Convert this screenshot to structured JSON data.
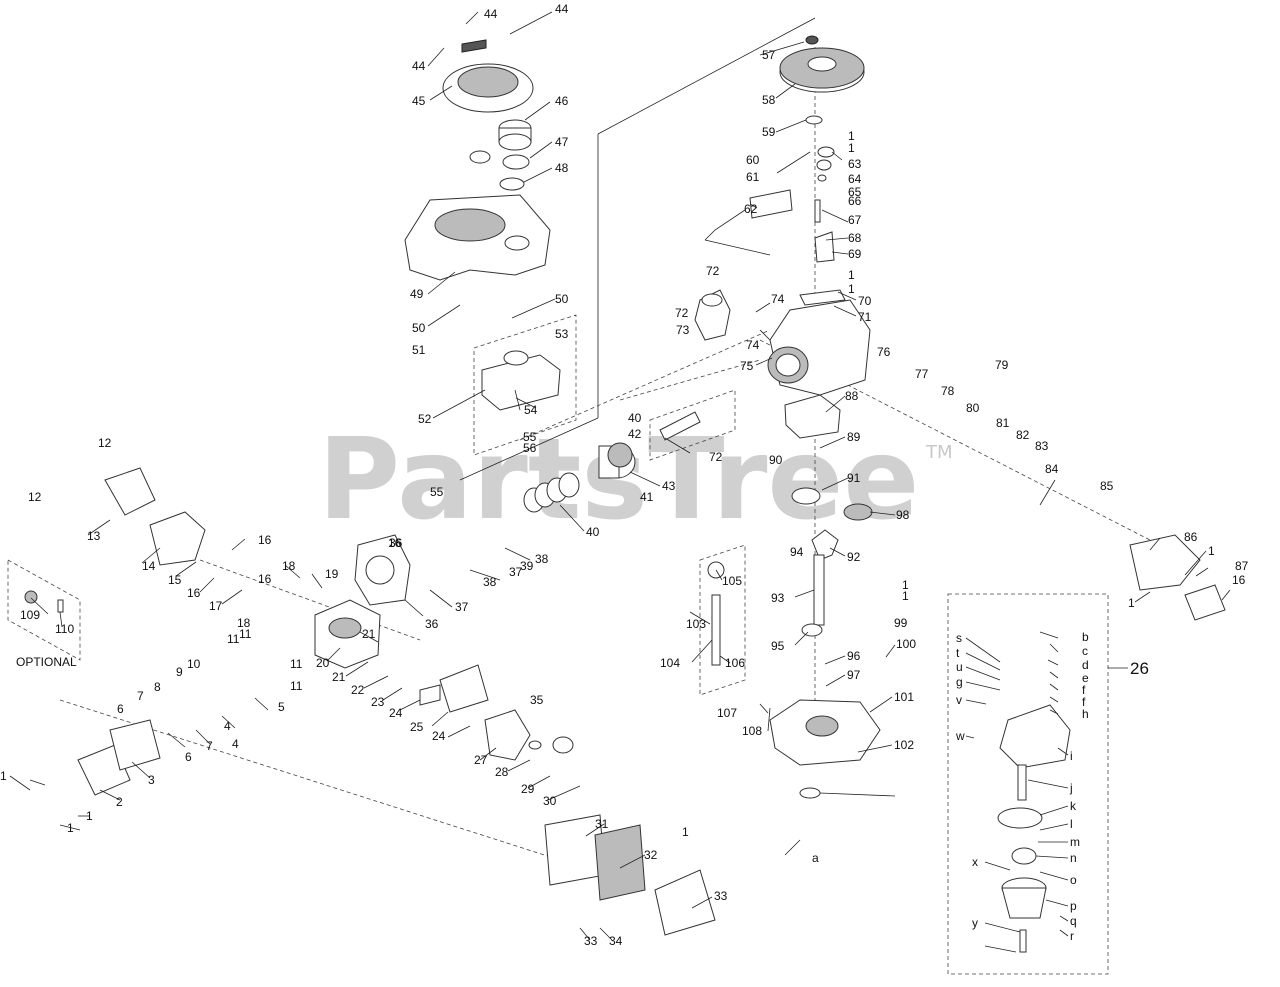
{
  "watermark": {
    "text": "PartsTree",
    "tm": "TM"
  },
  "notes": {
    "optional": "OPTIONAL"
  },
  "callouts": [
    {
      "t": "44"
    },
    {
      "t": "44"
    },
    {
      "t": "44"
    },
    {
      "t": "45"
    },
    {
      "t": "46"
    },
    {
      "t": "47"
    },
    {
      "t": "48"
    },
    {
      "t": "49"
    },
    {
      "t": "50"
    },
    {
      "t": "50"
    },
    {
      "t": "51"
    },
    {
      "t": "52"
    },
    {
      "t": "53"
    },
    {
      "t": "54"
    },
    {
      "t": "55"
    },
    {
      "t": "55"
    },
    {
      "t": "56"
    },
    {
      "t": "57"
    },
    {
      "t": "58"
    },
    {
      "t": "59"
    },
    {
      "t": "60"
    },
    {
      "t": "61"
    },
    {
      "t": "62"
    },
    {
      "t": "63"
    },
    {
      "t": "64"
    },
    {
      "t": "65"
    },
    {
      "t": "66"
    },
    {
      "t": "67"
    },
    {
      "t": "68"
    },
    {
      "t": "69"
    },
    {
      "t": "70"
    },
    {
      "t": "71"
    },
    {
      "t": "72"
    },
    {
      "t": "72"
    },
    {
      "t": "73"
    },
    {
      "t": "74"
    },
    {
      "t": "74"
    },
    {
      "t": "75"
    },
    {
      "t": "76"
    },
    {
      "t": "77"
    },
    {
      "t": "78"
    },
    {
      "t": "79"
    },
    {
      "t": "80"
    },
    {
      "t": "81"
    },
    {
      "t": "82"
    },
    {
      "t": "83"
    },
    {
      "t": "84"
    },
    {
      "t": "85"
    },
    {
      "t": "86"
    },
    {
      "t": "87"
    },
    {
      "t": "88"
    },
    {
      "t": "89"
    },
    {
      "t": "90"
    },
    {
      "t": "91"
    },
    {
      "t": "92"
    },
    {
      "t": "93"
    },
    {
      "t": "94"
    },
    {
      "t": "95"
    },
    {
      "t": "96"
    },
    {
      "t": "97"
    },
    {
      "t": "98"
    },
    {
      "t": "99"
    },
    {
      "t": "100"
    },
    {
      "t": "101"
    },
    {
      "t": "102"
    },
    {
      "t": "103"
    },
    {
      "t": "104"
    },
    {
      "t": "105"
    },
    {
      "t": "106"
    },
    {
      "t": "107"
    },
    {
      "t": "108"
    },
    {
      "t": "109"
    },
    {
      "t": "110"
    },
    {
      "t": "1"
    },
    {
      "t": "1"
    },
    {
      "t": "1"
    },
    {
      "t": "1"
    },
    {
      "t": "1"
    },
    {
      "t": "1"
    },
    {
      "t": "1"
    },
    {
      "t": "1"
    },
    {
      "t": "1"
    },
    {
      "t": "1"
    },
    {
      "t": "1"
    },
    {
      "t": "1"
    },
    {
      "t": "2"
    },
    {
      "t": "3"
    },
    {
      "t": "4"
    },
    {
      "t": "4"
    },
    {
      "t": "5"
    },
    {
      "t": "6"
    },
    {
      "t": "6"
    },
    {
      "t": "7"
    },
    {
      "t": "7"
    },
    {
      "t": "8"
    },
    {
      "t": "9"
    },
    {
      "t": "10"
    },
    {
      "t": "11"
    },
    {
      "t": "11"
    },
    {
      "t": "11"
    },
    {
      "t": "11"
    },
    {
      "t": "12"
    },
    {
      "t": "12"
    },
    {
      "t": "13"
    },
    {
      "t": "14"
    },
    {
      "t": "15"
    },
    {
      "t": "16"
    },
    {
      "t": "16"
    },
    {
      "t": "16"
    },
    {
      "t": "16"
    },
    {
      "t": "16"
    },
    {
      "t": "17"
    },
    {
      "t": "18"
    },
    {
      "t": "18"
    },
    {
      "t": "19"
    },
    {
      "t": "20"
    },
    {
      "t": "21"
    },
    {
      "t": "21"
    },
    {
      "t": "22"
    },
    {
      "t": "23"
    },
    {
      "t": "24"
    },
    {
      "t": "24"
    },
    {
      "t": "25"
    },
    {
      "t": "26"
    },
    {
      "t": "27"
    },
    {
      "t": "28"
    },
    {
      "t": "29"
    },
    {
      "t": "30"
    },
    {
      "t": "31"
    },
    {
      "t": "32"
    },
    {
      "t": "33"
    },
    {
      "t": "33"
    },
    {
      "t": "34"
    },
    {
      "t": "35"
    },
    {
      "t": "36"
    },
    {
      "t": "36"
    },
    {
      "t": "37"
    },
    {
      "t": "37"
    },
    {
      "t": "38"
    },
    {
      "t": "38"
    },
    {
      "t": "39"
    },
    {
      "t": "40"
    },
    {
      "t": "40"
    },
    {
      "t": "41"
    },
    {
      "t": "42"
    },
    {
      "t": "43"
    },
    {
      "t": "72"
    },
    {
      "t": "a"
    },
    {
      "t": "b"
    },
    {
      "t": "c"
    },
    {
      "t": "d"
    },
    {
      "t": "e"
    },
    {
      "t": "f"
    },
    {
      "t": "f"
    },
    {
      "t": "g"
    },
    {
      "t": "h"
    },
    {
      "t": "i"
    },
    {
      "t": "j"
    },
    {
      "t": "k"
    },
    {
      "t": "l"
    },
    {
      "t": "m"
    },
    {
      "t": "n"
    },
    {
      "t": "o"
    },
    {
      "t": "p"
    },
    {
      "t": "q"
    },
    {
      "t": "r"
    },
    {
      "t": "s"
    },
    {
      "t": "t"
    },
    {
      "t": "u"
    },
    {
      "t": "v"
    },
    {
      "t": "w"
    },
    {
      "t": "x"
    },
    {
      "t": "y"
    }
  ]
}
